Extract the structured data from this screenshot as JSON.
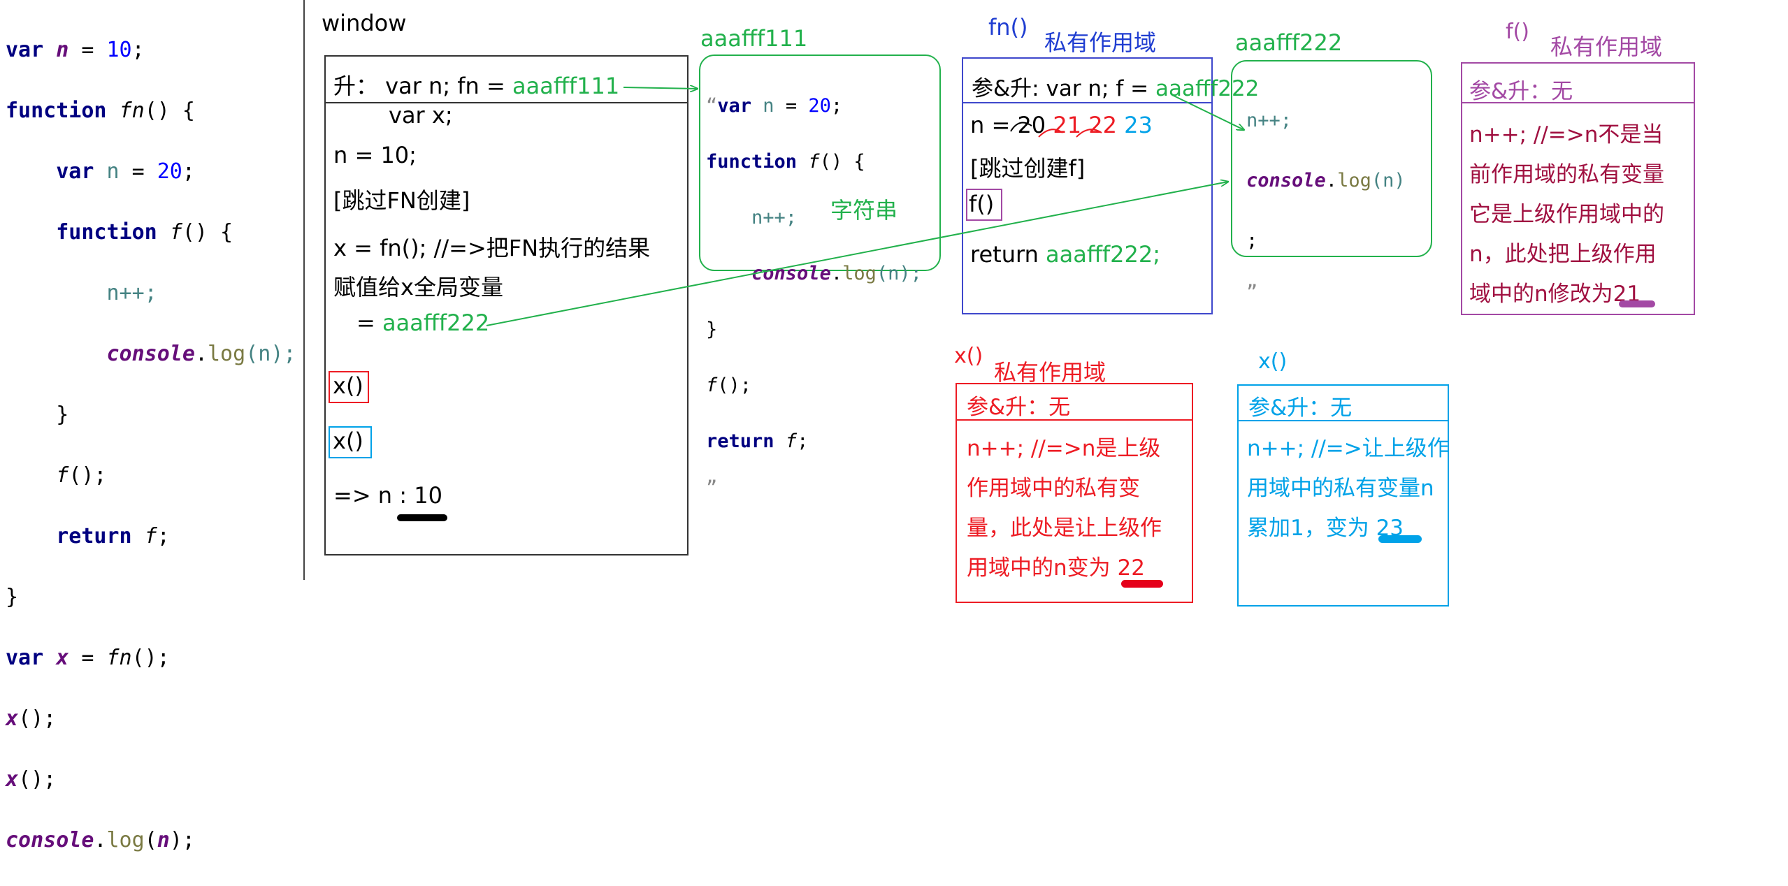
{
  "code": {
    "l1": {
      "kw": "var",
      "v": "n",
      "eq": " = ",
      "num": "10",
      "semi": ";"
    },
    "l2": {
      "kw": "function",
      "fn": "fn",
      "rest": "() {"
    },
    "l3": {
      "kw": "var",
      "v": "n",
      "eq": " = ",
      "num": "20",
      "semi": ";"
    },
    "l4": {
      "kw": "function",
      "fn": "f",
      "rest": "() {"
    },
    "l5": {
      "text": "n++;"
    },
    "l6": {
      "obj": "console",
      "dot": ".",
      "m": "log",
      "rest": "(n);",
      "arg": "n"
    },
    "l7": {
      "text": "}"
    },
    "l8": {
      "fn": "f",
      "rest": "();"
    },
    "l9": {
      "kw": "return",
      "fn": "f",
      "semi": ";"
    },
    "l10": {
      "text": "}"
    },
    "l11": {
      "kw": "var",
      "v": "x",
      "eq": " = ",
      "fn": "fn",
      "rest": "();"
    },
    "l12": {
      "v": "x",
      "rest": "();"
    },
    "l13": {
      "v": "x",
      "rest": "();"
    },
    "l14": {
      "obj": "console",
      "dot": ".",
      "m": "log",
      "arg": "n",
      "close": ");",
      "open": "("
    }
  },
  "window": {
    "title": "window",
    "hoist_prefix": "升： var n;   fn = ",
    "hoist_addr": "aaafff111",
    "var_x": "var x;",
    "n10": "n = 10;",
    "skip_fn": "[跳过FN创建]",
    "assign1": "x = fn();  //=>把FN执行的结果",
    "assign2": "赋值给x全局变量",
    "assign3_eq": "= ",
    "assign3_addr": "aaafff222",
    "x1": "x()",
    "x2": "x()",
    "result_prefix": "=> n : ",
    "result_val": "10"
  },
  "heap1": {
    "label": "aaafff111",
    "caption": "字符串",
    "code": {
      "q": "“",
      "l1kw": "var",
      "l1v": " n",
      "l1eq": " = ",
      "l1num": "20",
      "l1s": ";",
      "l2kw": "function",
      "l2fn": " f",
      "l2r": "() {",
      "l3": "n++;",
      "l4obj": "console",
      "l4dot": ".",
      "l4m": "log",
      "l4r": "(n);",
      "l5": "}",
      "l6fn": "f",
      "l6r": "();",
      "l7kw": "return",
      "l7fn": " f",
      "l7s": ";",
      "q2": "”"
    }
  },
  "fnScope": {
    "call": "fn()",
    "title": "私有作用域",
    "hoist_prefix": "参&升: var n;  f = ",
    "hoist_addr": "aaafff222",
    "n_prefix": "n = ",
    "n20": "20",
    "n21": "21",
    "n22": "22",
    "n23": "23",
    "skip_f": "[跳过创建f]",
    "f_call": "f()",
    "return_prefix": "return ",
    "return_addr": "aaafff222;"
  },
  "heap2": {
    "label": "aaafff222",
    "line1": "n++;",
    "line2obj": "console",
    "line2dot": ".",
    "line2m": "log",
    "line2r": "(n)",
    "line3": ";",
    "line4": "”"
  },
  "fScope": {
    "call": "f()",
    "title": "私有作用域",
    "param": "参&升：无",
    "lines": [
      "n++;  //=>n不是当",
      "前作用域的私有变量",
      "它是上级作用域中的",
      "n，此处把上级作用",
      "域中的n修改为"
    ],
    "val": "21"
  },
  "x1Scope": {
    "call": "x()",
    "title": "私有作用域",
    "param": "参&升：无",
    "lines": [
      "n++; //=>n是上级",
      "作用域中的私有变",
      "量，此处是让上级作",
      "用域中的n变为 "
    ],
    "val": "22"
  },
  "x2Scope": {
    "call": "x()",
    "param": "参&升：无",
    "lines": [
      "n++; //=>让上级作",
      "用域中的私有变量n",
      "累加1，变为 "
    ],
    "val": "23"
  },
  "colors": {
    "green": "#22b14c",
    "blue": "#1f3dd1",
    "red": "#ed1c24",
    "purple": "#a349a4",
    "cyan": "#00a2e8",
    "underline_black": "#000000",
    "underline_red": "#e5001a",
    "underline_cyan": "#00a2e8",
    "underline_purple": "#a349a4"
  }
}
